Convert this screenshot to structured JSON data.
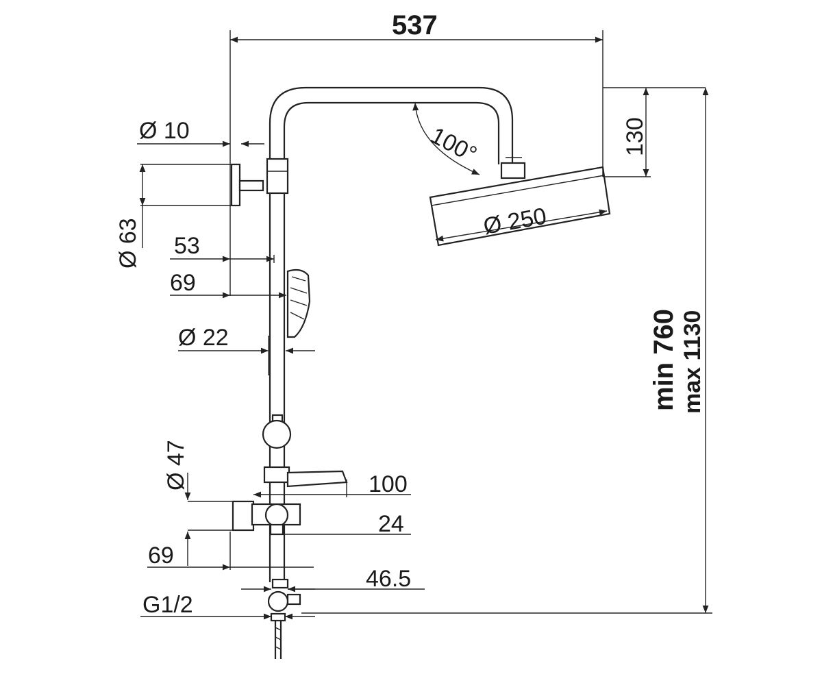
{
  "dimensions": {
    "width_total": "537",
    "arm_diameter": "Ø 10",
    "wall_bracket_diameter": "Ø 63",
    "bracket_offset_1": "53",
    "bracket_offset_2": "69",
    "pipe_diameter": "Ø 22",
    "drop_height": "130",
    "arm_angle": "100°",
    "head_diameter": "Ø 250",
    "height_min": "min 760",
    "height_max": "max 1130",
    "mixer_diameter": "Ø 47",
    "shelf_length": "100",
    "mixer_offset_1": "24",
    "mixer_depth": "69",
    "inlet_offset": "46.5",
    "inlet_thread": "G1/2"
  }
}
